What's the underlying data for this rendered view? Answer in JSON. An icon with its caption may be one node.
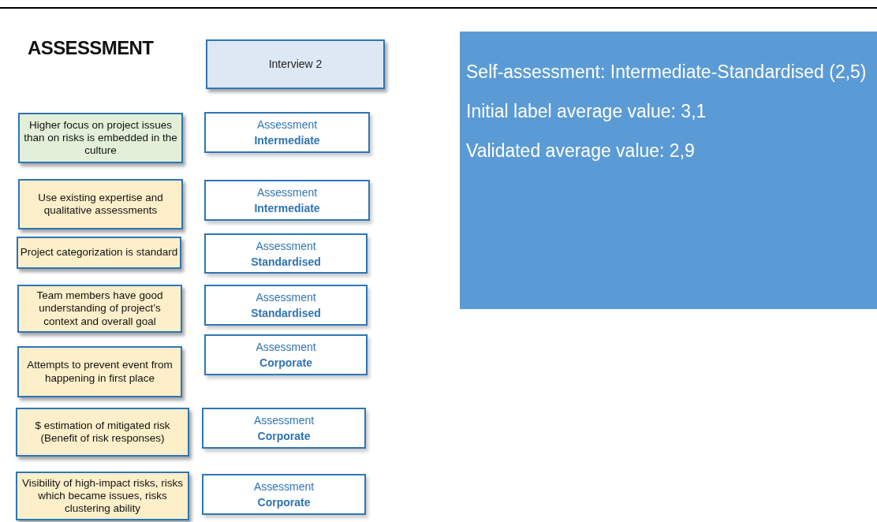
{
  "diagram": {
    "title": "ASSESSMENT",
    "nodes": [
      {
        "text": [
          "Interview 2"
        ]
      },
      {
        "text": [
          "Self-assessment: Intermediate-Standardised (2,5)",
          "Initial label average value: 3,1",
          "Validated average value: 2,9"
        ]
      },
      {
        "text": [
          "Higher focus on project issues than on risks is embedded in the culture"
        ]
      },
      {
        "text": [
          "Assessment",
          "Intermediate"
        ]
      },
      {
        "text": [
          "Use existing expertise and qualitative assessments"
        ]
      },
      {
        "text": [
          "Assessment",
          "Intermediate"
        ]
      },
      {
        "text": [
          "Project categorization is standard"
        ]
      },
      {
        "text": [
          "Assessment",
          "Standardised"
        ]
      },
      {
        "text": [
          "Team members have good understanding of project’s context and overall goal"
        ]
      },
      {
        "text": [
          "Assessment",
          "Standardised"
        ]
      },
      {
        "text": [
          "Attempts to prevent event from happening in first place"
        ]
      },
      {
        "text": [
          "Assessment",
          "Corporate"
        ]
      },
      {
        "text": [
          "$ estimation of mitigated risk (Benefit of risk responses)"
        ]
      },
      {
        "text": [
          "Assessment",
          "Corporate"
        ]
      },
      {
        "text": [
          "Visibility of high-impact risks, risks which became issues, risks clustering ability"
        ]
      },
      {
        "text": [
          "Assessment",
          "Corporate"
        ]
      }
    ],
    "edges": []
  }
}
